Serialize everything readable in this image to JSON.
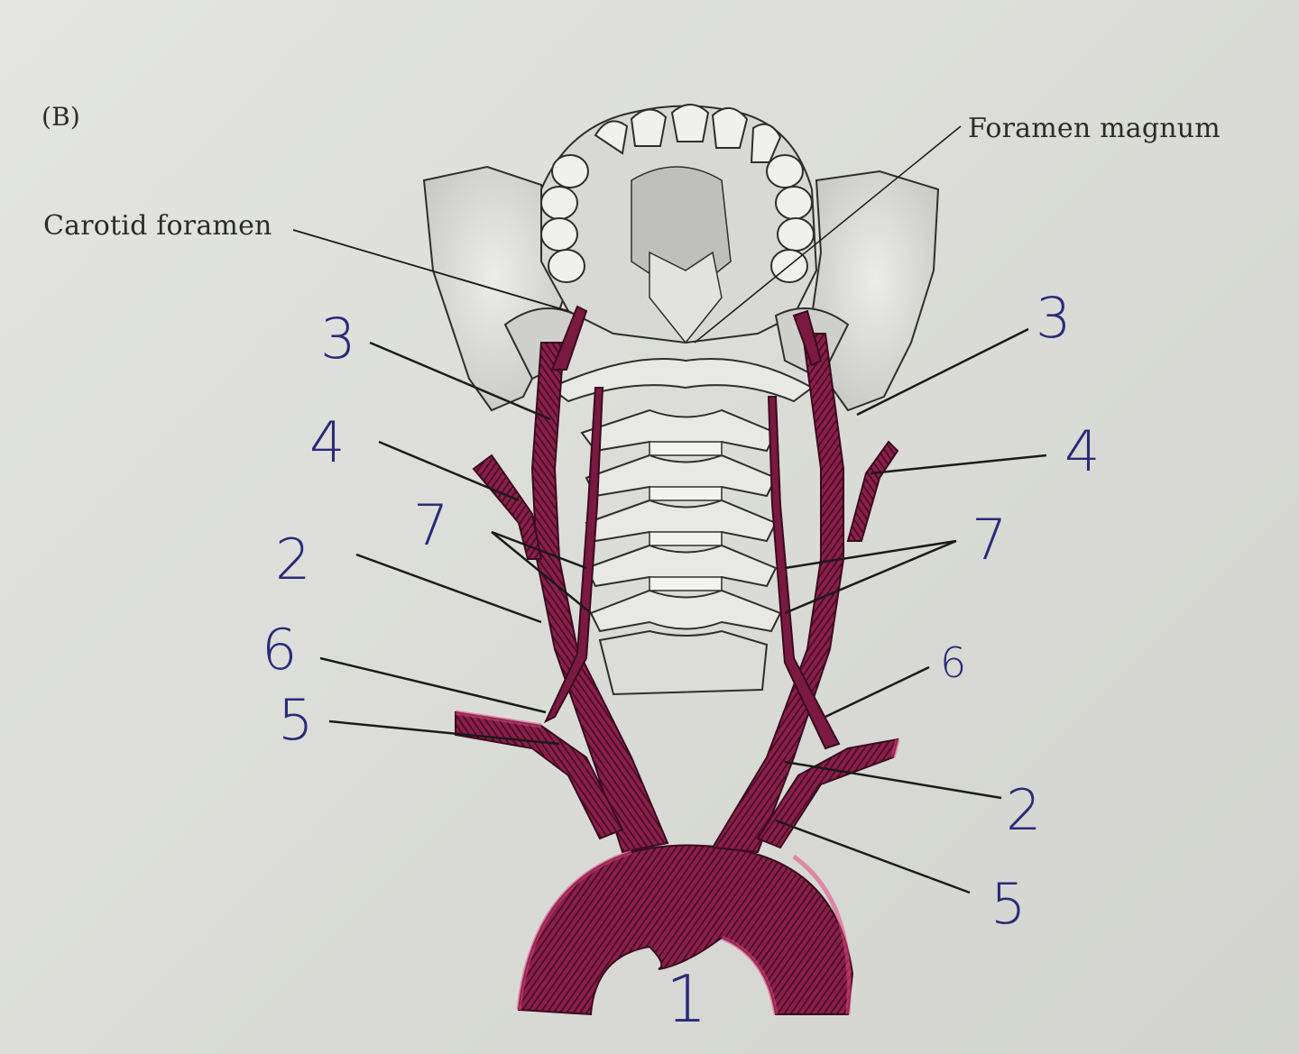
{
  "figure": {
    "panel_label": "(B)",
    "printed_labels": {
      "carotid_foramen": "Carotid foramen",
      "foramen_magnum": "Foramen magnum"
    },
    "colors": {
      "paper": "#dcddd8",
      "artery": "#8c1f4a",
      "artery_highlight": "#e0457f",
      "ink_handwriting": "#2a2a7a",
      "leader_line": "#1a1a1a",
      "bone_line": "#2e2e2e"
    },
    "handwritten_numbers": {
      "left": [
        {
          "id": "left-3",
          "value": "3"
        },
        {
          "id": "left-4",
          "value": "4"
        },
        {
          "id": "left-7",
          "value": "7"
        },
        {
          "id": "left-2",
          "value": "2"
        },
        {
          "id": "left-6",
          "value": "6"
        },
        {
          "id": "left-5",
          "value": "5"
        }
      ],
      "right": [
        {
          "id": "right-3",
          "value": "3"
        },
        {
          "id": "right-4",
          "value": "4"
        },
        {
          "id": "right-7",
          "value": "7"
        },
        {
          "id": "right-6",
          "value": "6"
        },
        {
          "id": "right-2",
          "value": "2"
        },
        {
          "id": "right-5",
          "value": "5"
        }
      ],
      "center": [
        {
          "id": "aortic-arch-1",
          "value": "1"
        }
      ]
    },
    "structures": [
      {
        "id": "skull-base",
        "description": "inferior view of skull with maxillary teeth"
      },
      {
        "id": "cervical-vertebrae",
        "description": "cervical spine column"
      },
      {
        "id": "aortic-arch",
        "number": "1"
      },
      {
        "id": "common-carotid-arteries",
        "number": "2"
      },
      {
        "id": "internal-carotid-arteries",
        "number": "3"
      },
      {
        "id": "external-carotid-arteries",
        "number": "4"
      },
      {
        "id": "subclavian-arteries",
        "number": "5"
      },
      {
        "id": "vertebral-arteries-origin",
        "number": "6"
      },
      {
        "id": "vertebral-arteries-transverse-foramina",
        "number": "7"
      }
    ]
  }
}
